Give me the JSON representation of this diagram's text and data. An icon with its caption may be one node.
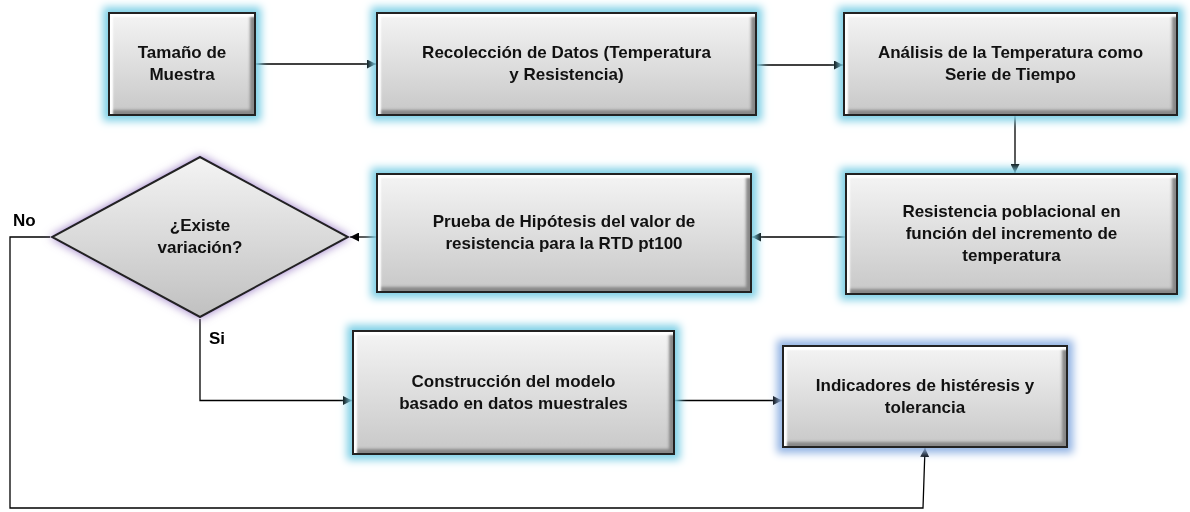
{
  "diagram": {
    "nodes": [
      {
        "text": [
          "Tamaño de Muestra"
        ]
      },
      {
        "text": [
          "Recolección de Datos (Temperatura y Resistencia)"
        ]
      },
      {
        "text": [
          "Análisis de la Temperatura como Serie de Tiempo"
        ]
      },
      {
        "text": [
          "Resistencia poblacional en función del incremento de temperatura"
        ]
      },
      {
        "text": [
          "Prueba de Hipótesis del valor de resistencia para la RTD pt100"
        ]
      },
      {
        "text": [
          "¿Existe variación?"
        ]
      },
      {
        "text": [
          "Construcción del modelo basado en datos muestrales"
        ]
      },
      {
        "text": [
          "Indicadores de histéresis y tolerancia"
        ]
      }
    ],
    "edges": [
      {
        "from": 0,
        "to": 1,
        "arrow": "to"
      },
      {
        "from": 1,
        "to": 2,
        "arrow": "to"
      },
      {
        "from": 2,
        "to": 3,
        "arrow": "to"
      },
      {
        "from": 3,
        "to": 4,
        "arrow": "to"
      },
      {
        "from": 4,
        "to": 5,
        "arrow": "to"
      },
      {
        "from": 5,
        "to": 7,
        "arrow": "to",
        "label": "No"
      },
      {
        "from": 5,
        "to": 6,
        "arrow": "to",
        "label": "Si"
      },
      {
        "from": 6,
        "to": 7,
        "arrow": "to"
      }
    ]
  }
}
